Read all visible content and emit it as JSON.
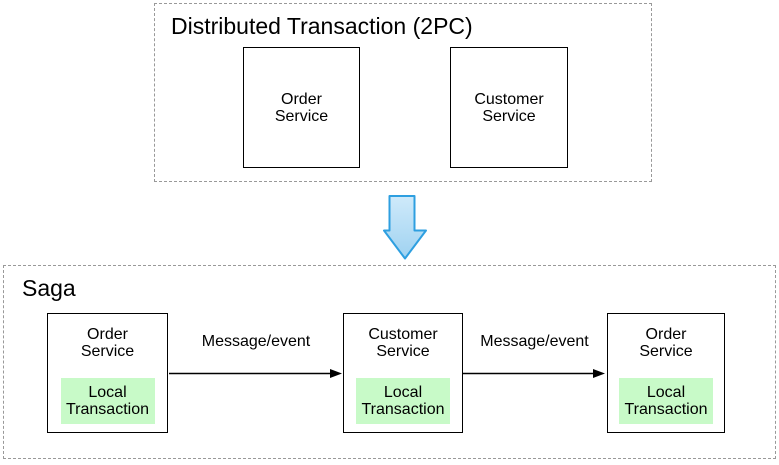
{
  "colors": {
    "dashed_border": "#999999",
    "solid_border": "#000000",
    "local_fill": "#c8fac8",
    "blue_fill": "#9fd2f1",
    "blue_fill_light": "#cfeafa",
    "blue_stroke": "#2e9fe0",
    "arrow_line": "#000000"
  },
  "icons": {
    "transform_arrow": "down-arrow"
  },
  "top_section": {
    "title": "Distributed Transaction (2PC)",
    "boxes": [
      {
        "line1": "Order",
        "line2": "Service"
      },
      {
        "line1": "Customer",
        "line2": "Service"
      }
    ]
  },
  "bottom_section": {
    "title": "Saga",
    "steps": [
      {
        "line1": "Order",
        "line2": "Service",
        "local_line1": "Local",
        "local_line2": "Transaction"
      },
      {
        "line1": "Customer",
        "line2": "Service",
        "local_line1": "Local",
        "local_line2": "Transaction"
      },
      {
        "line1": "Order",
        "line2": "Service",
        "local_line1": "Local",
        "local_line2": "Transaction"
      }
    ],
    "arrows": [
      {
        "label": "Message/event"
      },
      {
        "label": "Message/event"
      }
    ]
  }
}
